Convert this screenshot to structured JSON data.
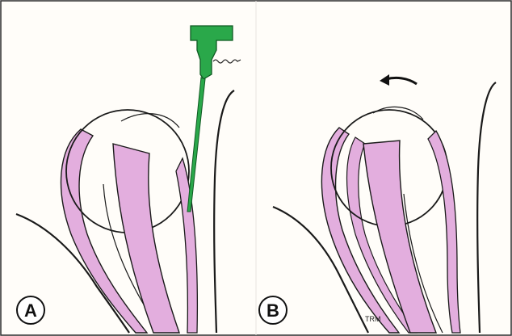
{
  "panels": [
    {
      "id": "A",
      "label": "A"
    },
    {
      "id": "B",
      "label": "B"
    }
  ],
  "artist_mark": "TRM",
  "colors": {
    "background": "#fffdf9",
    "frame": "#2a2a2a",
    "outline": "#1a1a1a",
    "tissue_fill": "#e3aede",
    "needle_green": "#2aa84a",
    "needle_outline": "#0f5a22"
  },
  "icons": {
    "needle": "spinal-needle-icon",
    "arrow": "curved-arrow-left-icon"
  }
}
